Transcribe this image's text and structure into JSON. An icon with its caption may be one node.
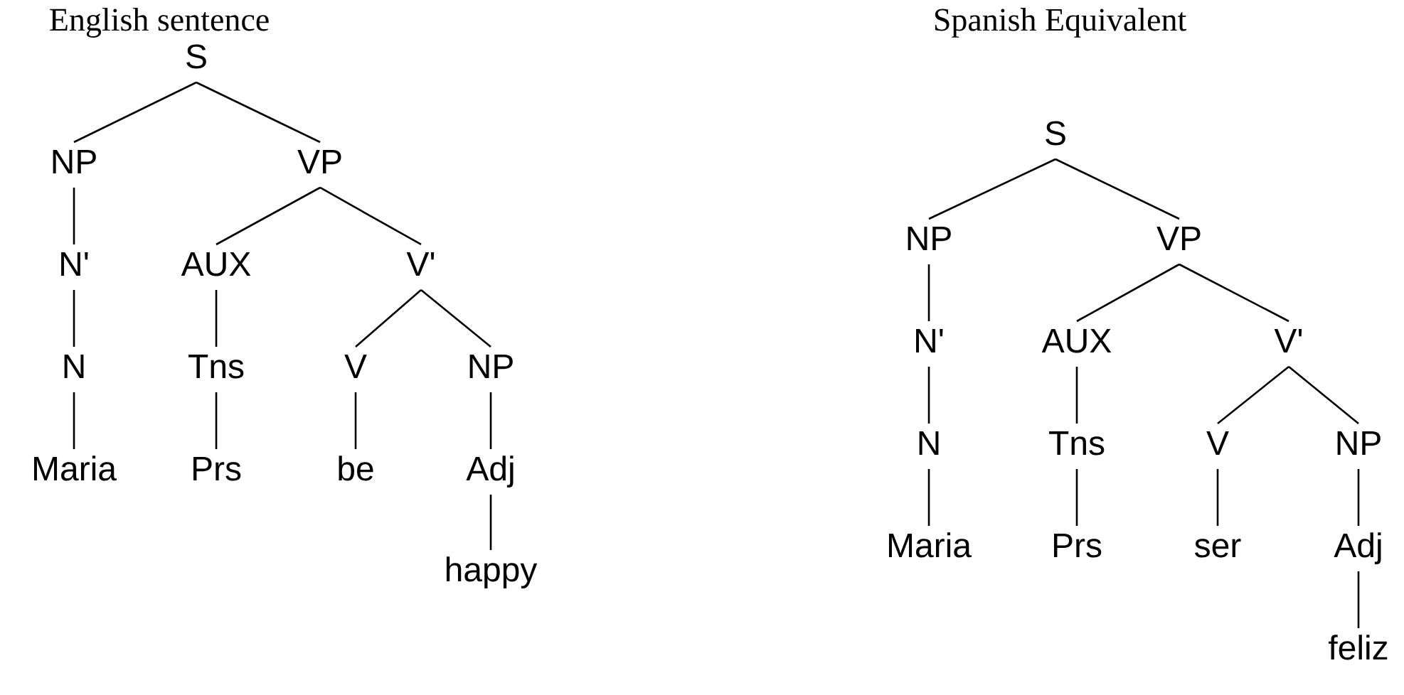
{
  "diagram": {
    "nodes": [
      {
        "text": [
          "S"
        ]
      },
      {
        "text": [
          "NP"
        ]
      },
      {
        "text": [
          "VP"
        ]
      },
      {
        "text": [
          "N'"
        ]
      },
      {
        "text": [
          "AUX"
        ]
      },
      {
        "text": [
          "V'"
        ]
      },
      {
        "text": [
          "N"
        ]
      },
      {
        "text": [
          "Tns"
        ]
      },
      {
        "text": [
          "V"
        ]
      },
      {
        "text": [
          "NP"
        ]
      },
      {
        "text": [
          "Maria"
        ]
      },
      {
        "text": [
          "Prs"
        ]
      },
      {
        "text": [
          "be"
        ]
      },
      {
        "text": [
          "Adj"
        ]
      },
      {
        "text": [
          "happy"
        ]
      },
      {
        "text": [
          "S"
        ]
      },
      {
        "text": [
          "NP"
        ]
      },
      {
        "text": [
          "VP"
        ]
      },
      {
        "text": [
          "N'"
        ]
      },
      {
        "text": [
          "AUX"
        ]
      },
      {
        "text": [
          "V'"
        ]
      },
      {
        "text": [
          "N"
        ]
      },
      {
        "text": [
          "Tns"
        ]
      },
      {
        "text": [
          "V"
        ]
      },
      {
        "text": [
          "NP"
        ]
      },
      {
        "text": [
          "Maria"
        ]
      },
      {
        "text": [
          "Prs"
        ]
      },
      {
        "text": [
          "ser"
        ]
      },
      {
        "text": [
          "Adj"
        ]
      },
      {
        "text": [
          "feliz"
        ]
      }
    ],
    "edges": [
      {
        "from": 0,
        "to": 1,
        "arrow": "none"
      },
      {
        "from": 0,
        "to": 2,
        "arrow": "none"
      },
      {
        "from": 1,
        "to": 3,
        "arrow": "none"
      },
      {
        "from": 2,
        "to": 4,
        "arrow": "none"
      },
      {
        "from": 2,
        "to": 5,
        "arrow": "none"
      },
      {
        "from": 3,
        "to": 6,
        "arrow": "none"
      },
      {
        "from": 4,
        "to": 7,
        "arrow": "none"
      },
      {
        "from": 5,
        "to": 8,
        "arrow": "none"
      },
      {
        "from": 5,
        "to": 9,
        "arrow": "none"
      },
      {
        "from": 6,
        "to": 10,
        "arrow": "none"
      },
      {
        "from": 7,
        "to": 11,
        "arrow": "none"
      },
      {
        "from": 8,
        "to": 12,
        "arrow": "none"
      },
      {
        "from": 9,
        "to": 13,
        "arrow": "none"
      },
      {
        "from": 13,
        "to": 14,
        "arrow": "none"
      },
      {
        "from": 15,
        "to": 16,
        "arrow": "none"
      },
      {
        "from": 15,
        "to": 17,
        "arrow": "none"
      },
      {
        "from": 16,
        "to": 18,
        "arrow": "none"
      },
      {
        "from": 17,
        "to": 19,
        "arrow": "none"
      },
      {
        "from": 17,
        "to": 20,
        "arrow": "none"
      },
      {
        "from": 18,
        "to": 21,
        "arrow": "none"
      },
      {
        "from": 19,
        "to": 22,
        "arrow": "none"
      },
      {
        "from": 20,
        "to": 23,
        "arrow": "none"
      },
      {
        "from": 20,
        "to": 24,
        "arrow": "none"
      },
      {
        "from": 21,
        "to": 25,
        "arrow": "none"
      },
      {
        "from": 22,
        "to": 26,
        "arrow": "none"
      },
      {
        "from": 23,
        "to": 27,
        "arrow": "none"
      },
      {
        "from": 24,
        "to": 28,
        "arrow": "none"
      },
      {
        "from": 28,
        "to": 29,
        "arrow": "none"
      }
    ],
    "labels": [
      "English sentence",
      "Spanish Equivalent"
    ]
  }
}
